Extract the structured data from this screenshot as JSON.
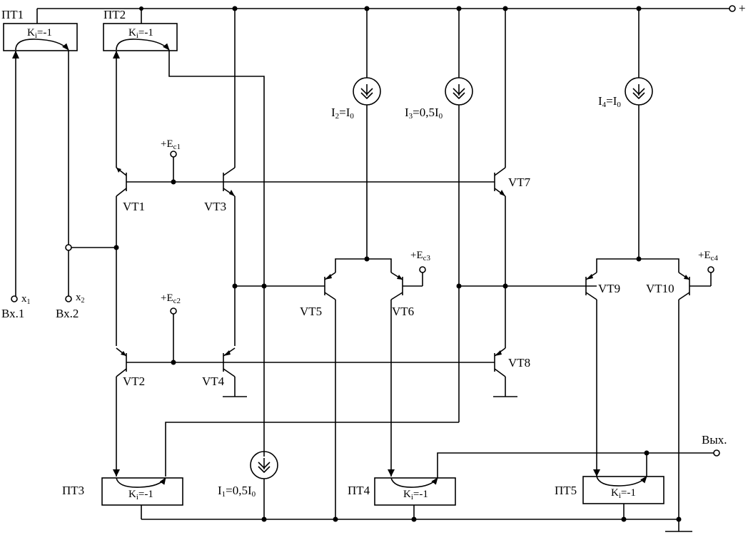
{
  "labels": {
    "plus": "+",
    "pt1": "ПТ1",
    "pt2": "ПТ2",
    "pt3": "ПТ3",
    "pt4": "ПТ4",
    "pt5": "ПТ5",
    "ki": "K",
    "ki_sub": "i",
    "ki_val": "=-1",
    "vt1": "VT1",
    "vt2": "VT2",
    "vt3": "VT3",
    "vt4": "VT4",
    "vt5": "VT5",
    "vt6": "VT6",
    "vt7": "VT7",
    "vt8": "VT8",
    "vt9": "VT9",
    "vt10": "VT10",
    "e": "+E",
    "ec1_sub": "c1",
    "ec2_sub": "c2",
    "ec3_sub": "c3",
    "ec4_sub": "c4",
    "x1": "x",
    "x1_sub": "1",
    "x2": "x",
    "x2_sub": "2",
    "in1": "Вх.1",
    "in2": "Вх.2",
    "out": "Вых.",
    "i1_a": "I",
    "i1_sub": "1",
    "i1_b": "=0,5I",
    "i1_c": "0",
    "i2_a": "I",
    "i2_sub": "2",
    "i2_b": "=I",
    "i2_c": "0",
    "i3_a": "I",
    "i3_sub": "3",
    "i3_b": "=0,5I",
    "i3_c": "0",
    "i4_a": "I",
    "i4_sub": "4",
    "i4_b": "=I",
    "i4_c": "0"
  }
}
